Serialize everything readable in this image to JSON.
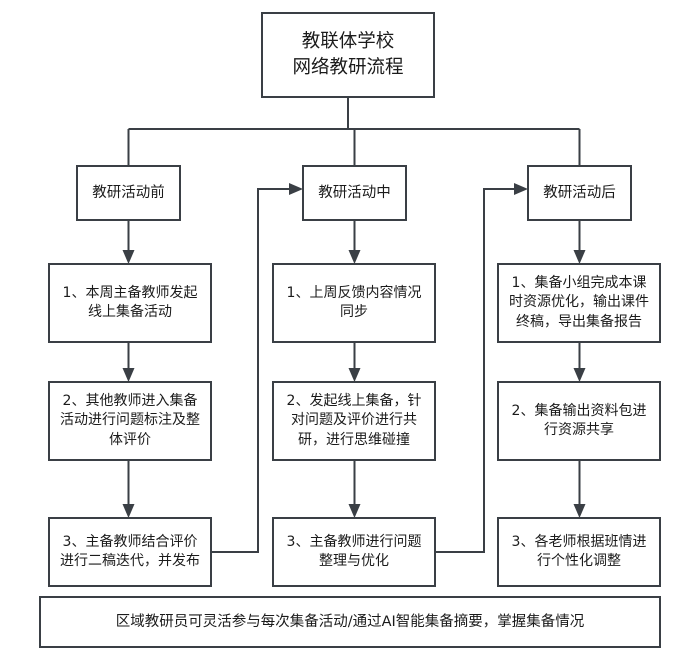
{
  "diagram": {
    "type": "flowchart",
    "orientation": "top-down",
    "line_color": "#3a3f45",
    "text_color": "#1b1b1b",
    "background": "#ffffff"
  },
  "title": {
    "line1": "教联体学校",
    "line2": "网络教研流程"
  },
  "phases": [
    {
      "label": "教研活动前"
    },
    {
      "label": "教研活动中"
    },
    {
      "label": "教研活动后"
    }
  ],
  "columns": [
    {
      "phase": "教研活动前",
      "steps": [
        {
          "lines": [
            "1、本周主备教师发起",
            "线上集备活动"
          ]
        },
        {
          "lines": [
            "2、其他教师进入集备",
            "活动进行问题标注及整",
            "体评价"
          ]
        },
        {
          "lines": [
            "3、主备教师结合评价",
            "进行二稿迭代，并发布"
          ]
        }
      ]
    },
    {
      "phase": "教研活动中",
      "steps": [
        {
          "lines": [
            "1、上周反馈内容情况",
            "同步"
          ]
        },
        {
          "lines": [
            "2、发起线上集备，针",
            "对问题及评价进行共",
            "研，进行思维碰撞"
          ]
        },
        {
          "lines": [
            "3、主备教师进行问题",
            "整理与优化"
          ]
        }
      ]
    },
    {
      "phase": "教研活动后",
      "steps": [
        {
          "lines": [
            "1、集备小组完成本课",
            "时资源优化，输出课件",
            "终稿，导出集备报告"
          ]
        },
        {
          "lines": [
            "2、集备输出资料包进",
            "行资源共享"
          ]
        },
        {
          "lines": [
            "3、各老师根据班情进",
            "行个性化调整"
          ]
        }
      ]
    }
  ],
  "footer": {
    "text": "区域教研员可灵活参与每次集备活动/通过AI智能集备摘要，掌握集备情况"
  }
}
